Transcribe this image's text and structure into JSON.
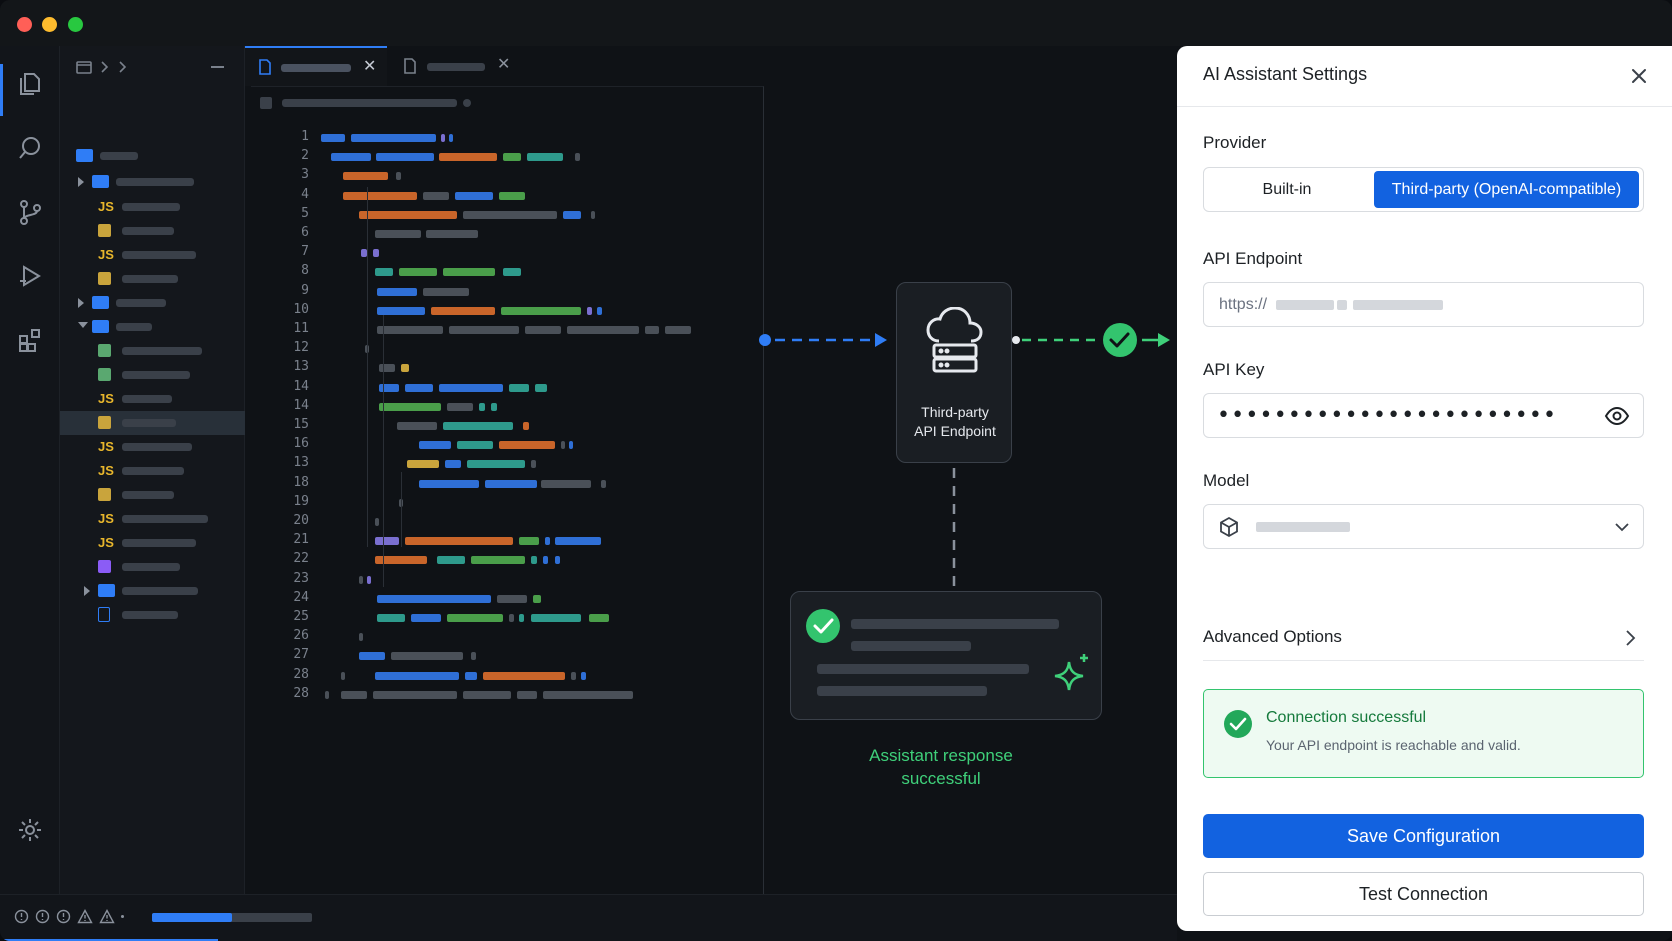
{
  "panel": {
    "title": "AI Assistant Settings",
    "provider_label": "Provider",
    "provider_options": [
      "Built-in",
      "Third-party (OpenAI-compatible)"
    ],
    "provider_selected": "Third-party (OpenAI-compatible)",
    "endpoint_label": "API Endpoint",
    "endpoint_value_prefix": "https://",
    "key_label": "API Key",
    "key_masked": "••••••••••••••••••••••••",
    "model_label": "Model",
    "advanced_label": "Advanced Options",
    "status_title": "Connection successful",
    "status_desc": "Your API endpoint is reachable and valid.",
    "save_label": "Save Configuration",
    "test_label": "Test Connection"
  },
  "diagram": {
    "endpoint_label_line1": "Third-party",
    "endpoint_label_line2": "API Endpoint",
    "response_label_line1": "Assistant response",
    "response_label_line2": "successful"
  },
  "editor": {
    "line_numbers": [
      "1",
      "2",
      "3",
      "4",
      "5",
      "6",
      "7",
      "8",
      "9",
      "10",
      "11",
      "12",
      "13",
      "14",
      "14",
      "15",
      "16",
      "13",
      "18",
      "19",
      "20",
      "21",
      "22",
      "23",
      "24",
      "25",
      "26",
      "27",
      "28",
      "28"
    ]
  },
  "explorer": {
    "file_badges": [
      "JS",
      "JS",
      "JS",
      "JS",
      "JS",
      "JS",
      "JS"
    ]
  },
  "colors": {
    "accent": "#1262e0",
    "success": "#33c46e",
    "diagram_blue": "#2f7df6",
    "diagram_green": "#3fd07a"
  }
}
